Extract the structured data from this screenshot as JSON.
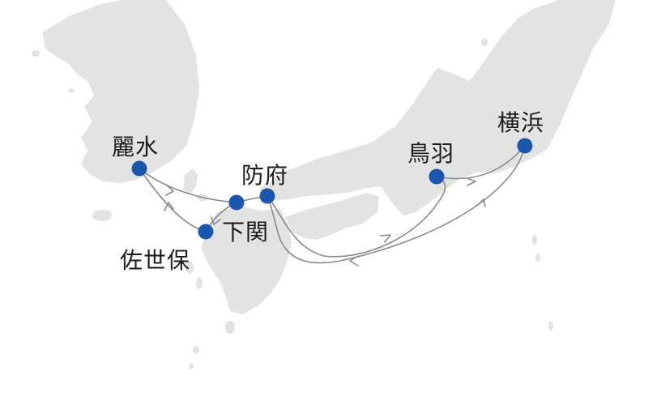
{
  "map": {
    "ports": [
      {
        "id": "yeosu",
        "name": "麗水"
      },
      {
        "id": "sasebo",
        "name": "佐世保"
      },
      {
        "id": "shimonoseki",
        "name": "下関"
      },
      {
        "id": "hofu",
        "name": "防府"
      },
      {
        "id": "toba",
        "name": "鳥羽"
      },
      {
        "id": "yokohama",
        "name": "横浜"
      }
    ],
    "colors": {
      "land": "#e3e3e3",
      "sea": "#ffffff",
      "port_marker": "#1d57ad",
      "route_line": "#8a8a8a",
      "label_text": "#1b1b1b"
    }
  }
}
